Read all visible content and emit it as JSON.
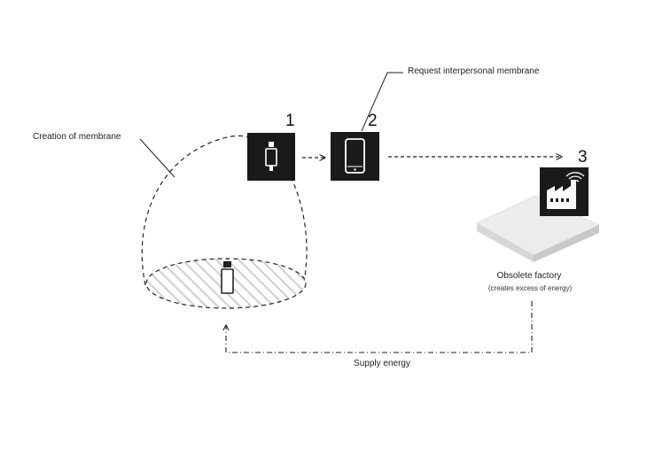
{
  "labels": {
    "creation": "Creation of membrane",
    "request": "Request interpersonal membrane",
    "factory_title": "Obsolete factory",
    "factory_sub": "(creates excess of energy)",
    "supply": "Supply energy"
  },
  "steps": [
    "1",
    "2",
    "3"
  ],
  "colors": {
    "box": "#1a1a1a",
    "line": "#222222",
    "hatch": "#cfcfcf",
    "platform_top": "#ececec",
    "platform_side": "#d2d2d2"
  },
  "icons": {
    "step1": "person-icon",
    "step2": "smartphone-icon",
    "step3": "wireless-factory-icon",
    "inside": "person-icon"
  }
}
